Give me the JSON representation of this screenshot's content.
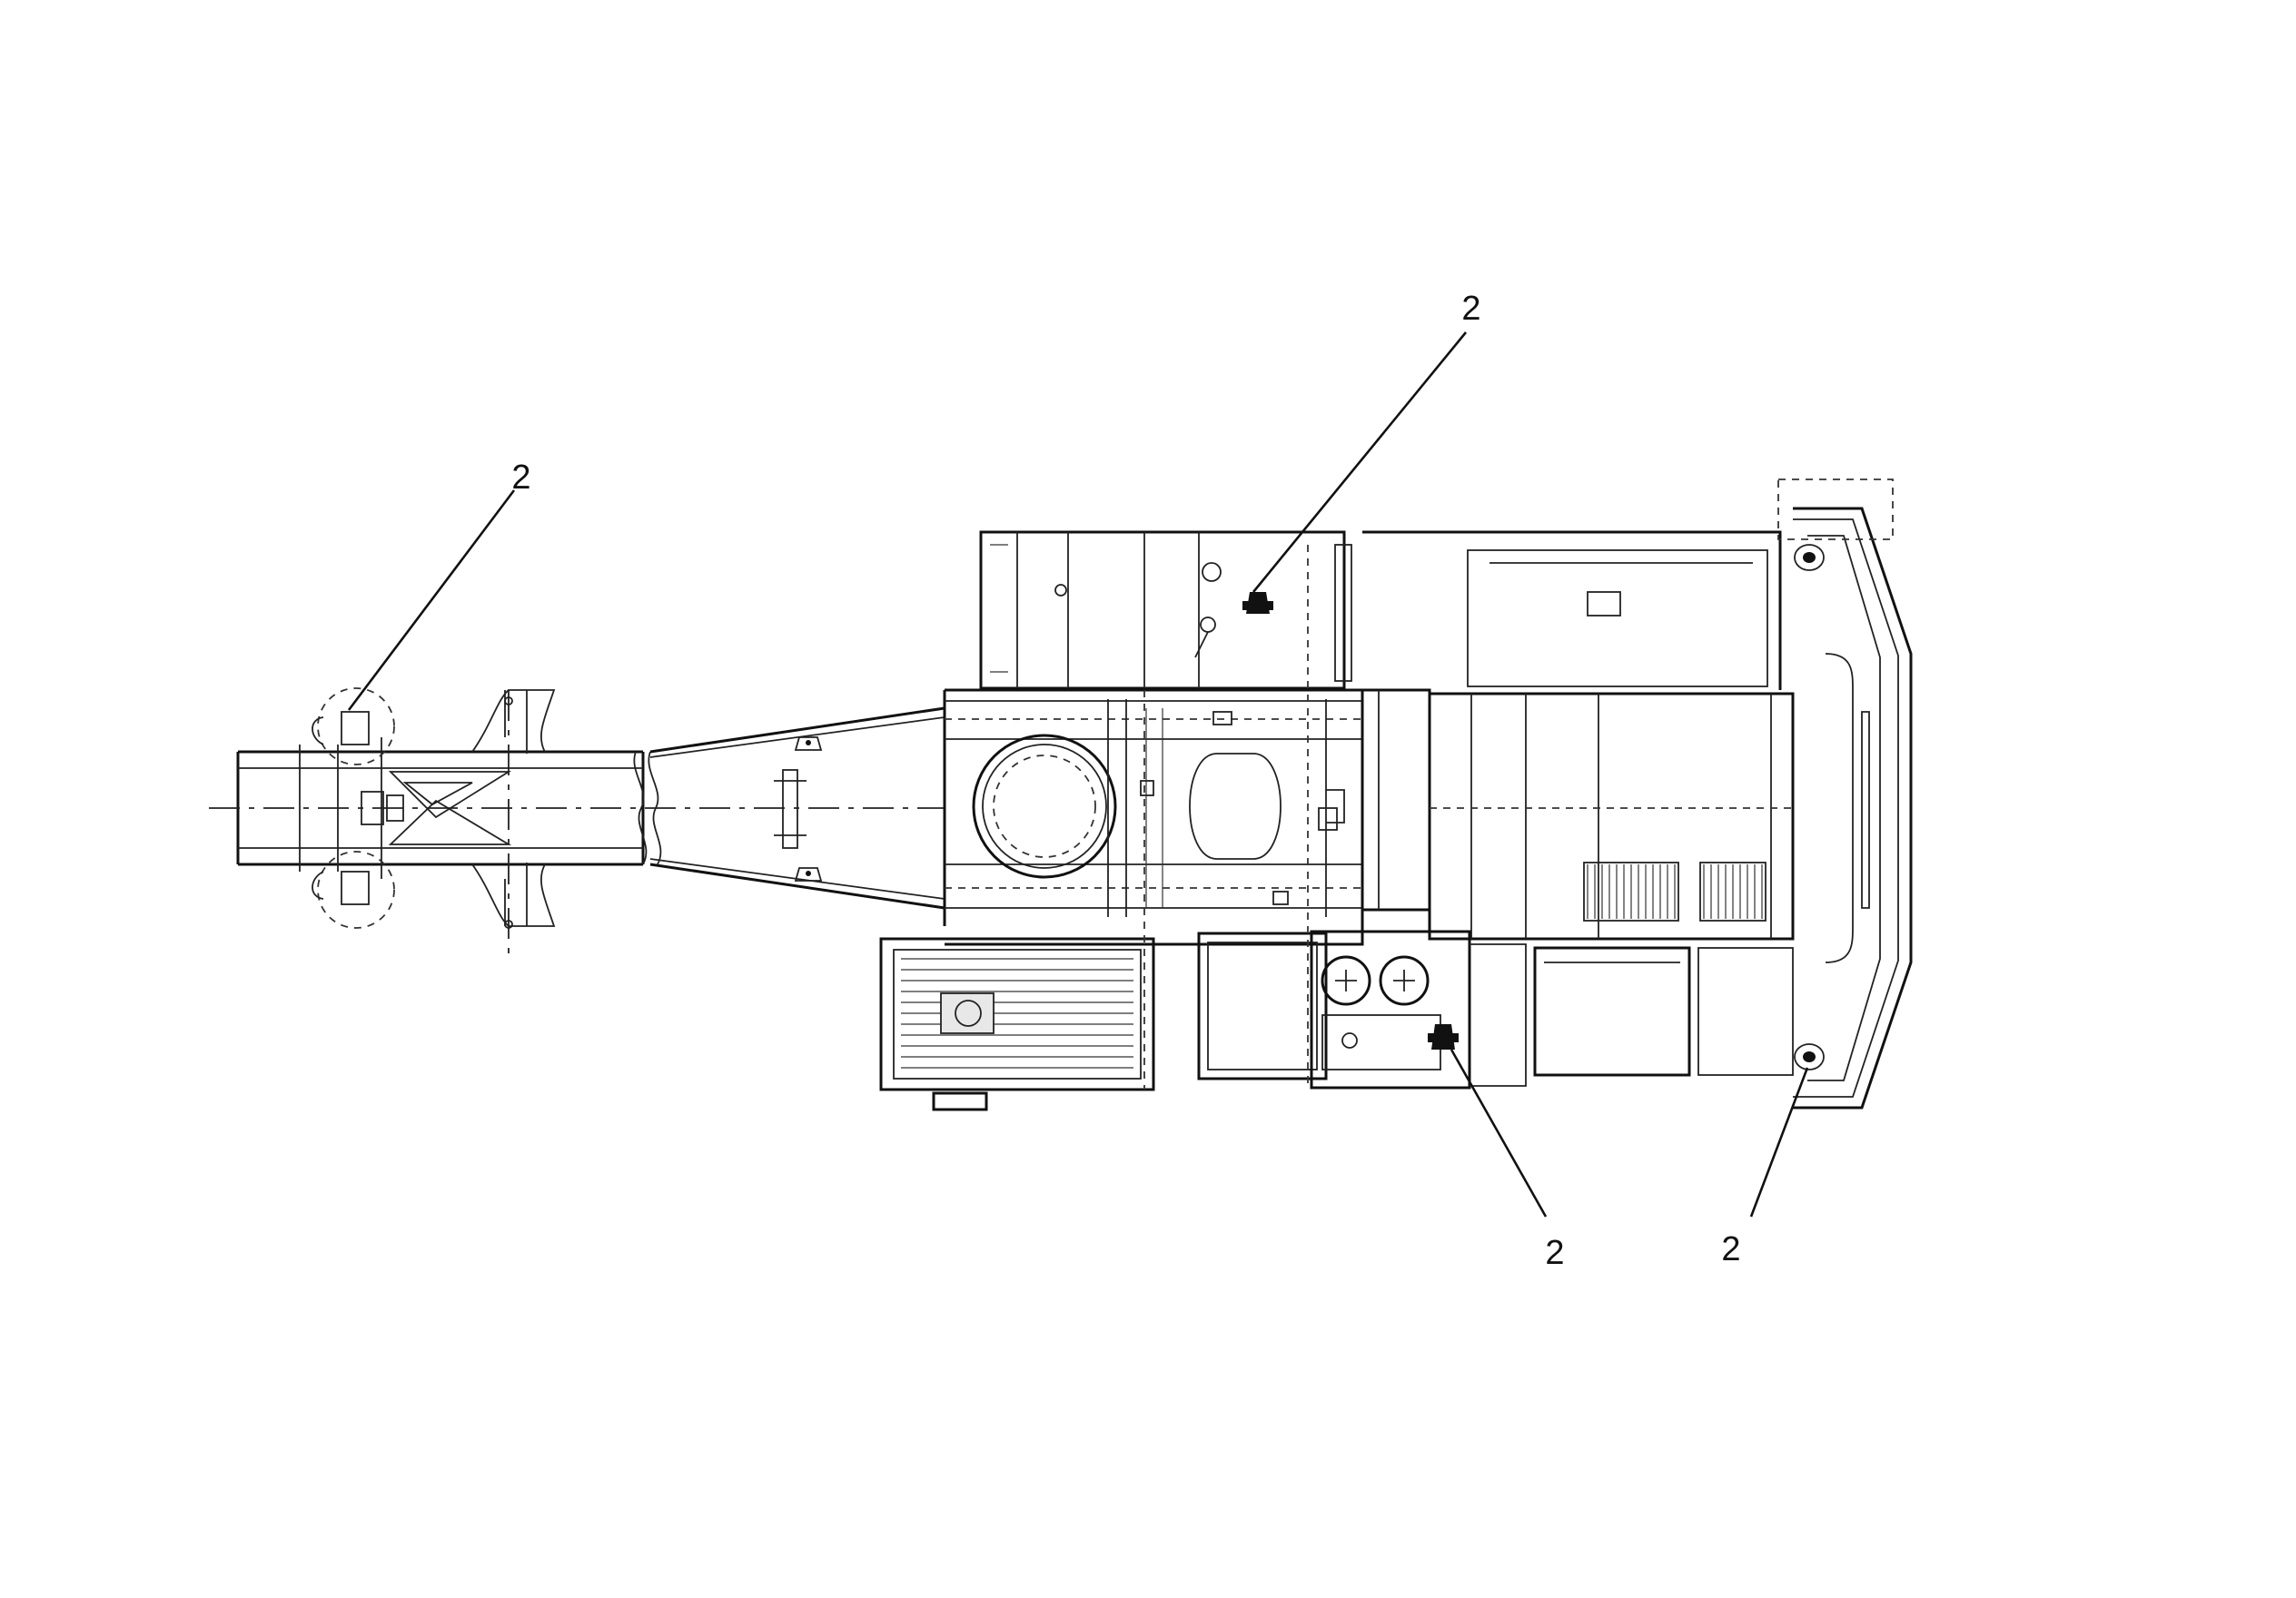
{
  "callouts": [
    {
      "id": "boom-top-markers",
      "label": "2"
    },
    {
      "id": "upper-handle",
      "label": "2"
    },
    {
      "id": "lower-handle",
      "label": "2"
    },
    {
      "id": "counterweight-eye",
      "label": "2"
    }
  ]
}
